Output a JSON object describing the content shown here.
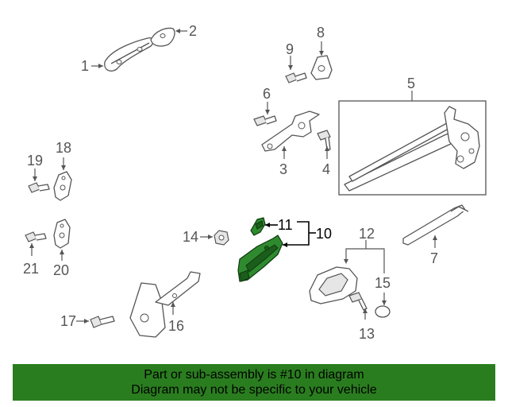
{
  "callouts": {
    "c1": "1",
    "c2": "2",
    "c3": "3",
    "c4": "4",
    "c5": "5",
    "c6": "6",
    "c7": "7",
    "c8": "8",
    "c9": "9",
    "c10": "10",
    "c11": "11",
    "c12": "12",
    "c13": "13",
    "c14": "14",
    "c15": "15",
    "c16": "16",
    "c17": "17",
    "c18": "18",
    "c19": "19",
    "c20": "20",
    "c21": "21"
  },
  "highlight": {
    "color": "#2f8a2f",
    "part": "10"
  },
  "banner": {
    "line1": "Part or sub-assembly is #10 in diagram",
    "line2": "Diagram may not be specific to your vehicle",
    "color": "#2a7d1f"
  }
}
